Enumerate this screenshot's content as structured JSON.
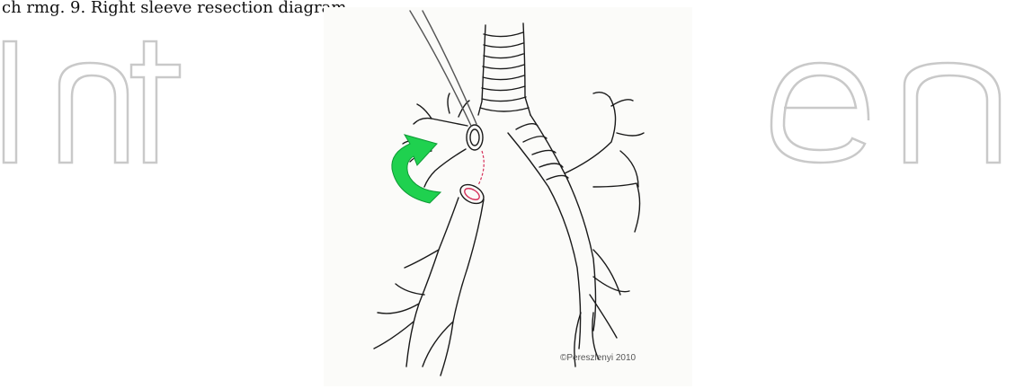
{
  "caption": "ch rmg. 9. Right sleeve resection diagram.",
  "watermark": {
    "text": "IntechOpen",
    "color": "#c9c9c9"
  },
  "figure": {
    "copyright": "©Pereszlenyi 2010",
    "arrow_color": "#1fd14f",
    "resection_line_color": "#d6305a"
  }
}
